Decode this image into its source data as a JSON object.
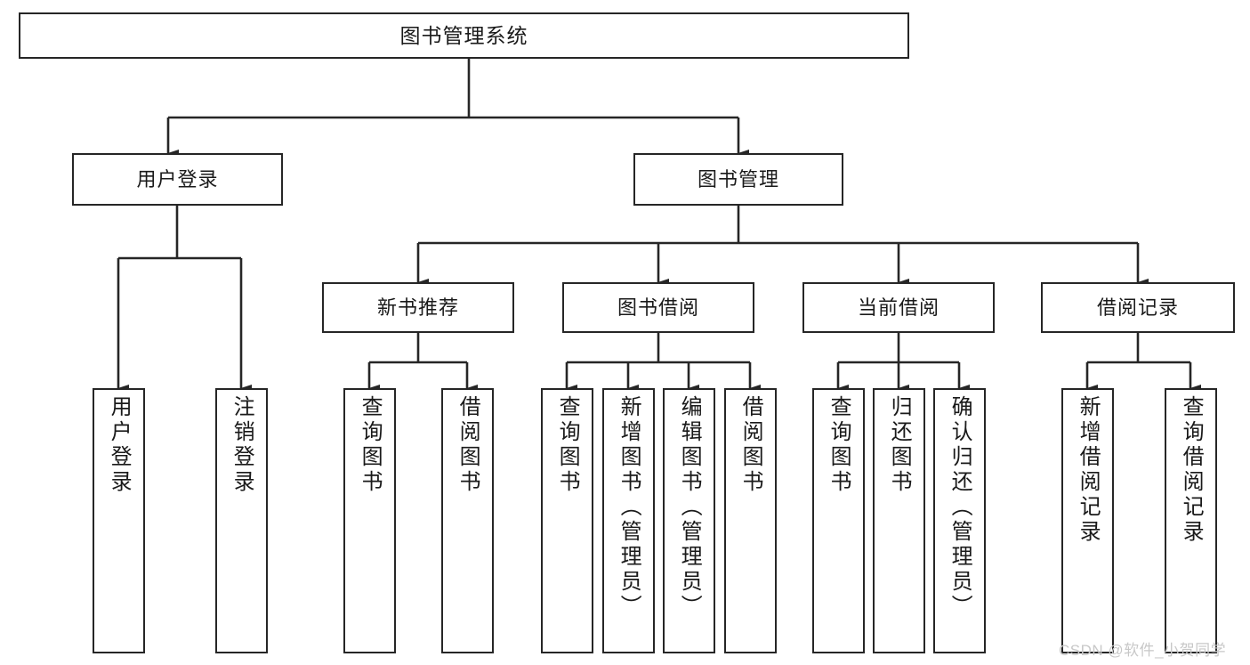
{
  "diagram": {
    "title": "图书管理系统",
    "type": "functional-structure-tree",
    "background_color": "#ffffff",
    "line_color": "#262626",
    "text_color": "#1a1a1a"
  },
  "nodes": {
    "root": {
      "label": "图书管理系统"
    },
    "level2": [
      {
        "label": "用户登录"
      },
      {
        "label": "图书管理"
      }
    ],
    "level3": [
      {
        "label": "新书推荐"
      },
      {
        "label": "图书借阅"
      },
      {
        "label": "当前借阅"
      },
      {
        "label": "借阅记录"
      }
    ],
    "leaves": {
      "user_login": [
        {
          "label": "用户登录"
        },
        {
          "label": "注销登录"
        }
      ],
      "new_book_recommend": [
        {
          "label": "查询图书"
        },
        {
          "label": "借阅图书"
        }
      ],
      "book_borrow": [
        {
          "label": "查询图书"
        },
        {
          "label": "新增图书（管理员）"
        },
        {
          "label": "编辑图书（管理员）"
        },
        {
          "label": "借阅图书"
        }
      ],
      "current_borrow": [
        {
          "label": "查询图书"
        },
        {
          "label": "归还图书"
        },
        {
          "label": "确认归还（管理员）"
        }
      ],
      "borrow_record": [
        {
          "label": "新增借阅记录"
        },
        {
          "label": "查询借阅记录"
        }
      ]
    }
  },
  "watermark": {
    "text": "CSDN @软件_小贺同学",
    "color": "#c8c8c8"
  }
}
